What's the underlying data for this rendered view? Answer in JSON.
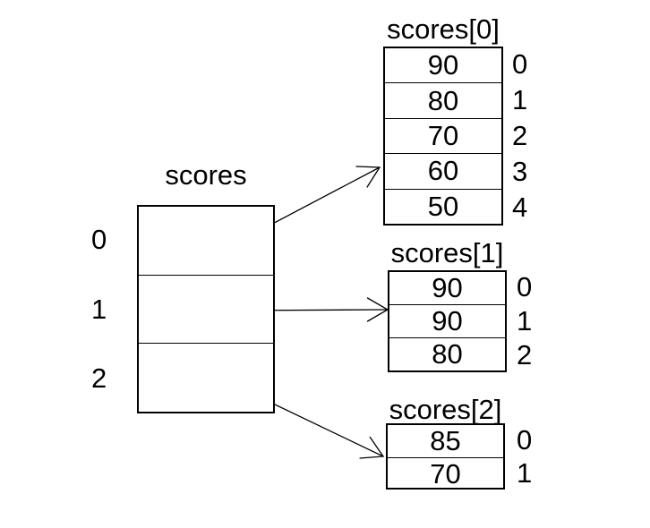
{
  "colors": {
    "background": "#ffffff",
    "ink": "#000000"
  },
  "diagram": {
    "main_array": {
      "title": "scores",
      "indices": [
        "0",
        "1",
        "2"
      ]
    },
    "sub_arrays": [
      {
        "title": "scores[0]",
        "values": [
          "90",
          "80",
          "70",
          "60",
          "50"
        ],
        "indices": [
          "0",
          "1",
          "2",
          "3",
          "4"
        ]
      },
      {
        "title": "scores[1]",
        "values": [
          "90",
          "90",
          "80"
        ],
        "indices": [
          "0",
          "1",
          "2"
        ]
      },
      {
        "title": "scores[2]",
        "values": [
          "85",
          "70"
        ],
        "indices": [
          "0",
          "1"
        ]
      }
    ],
    "arrows": [
      {
        "from": "main-array-cell-0",
        "to": "scores[0]"
      },
      {
        "from": "main-array-cell-1",
        "to": "scores[1]"
      },
      {
        "from": "main-array-cell-2",
        "to": "scores[2]"
      }
    ]
  }
}
